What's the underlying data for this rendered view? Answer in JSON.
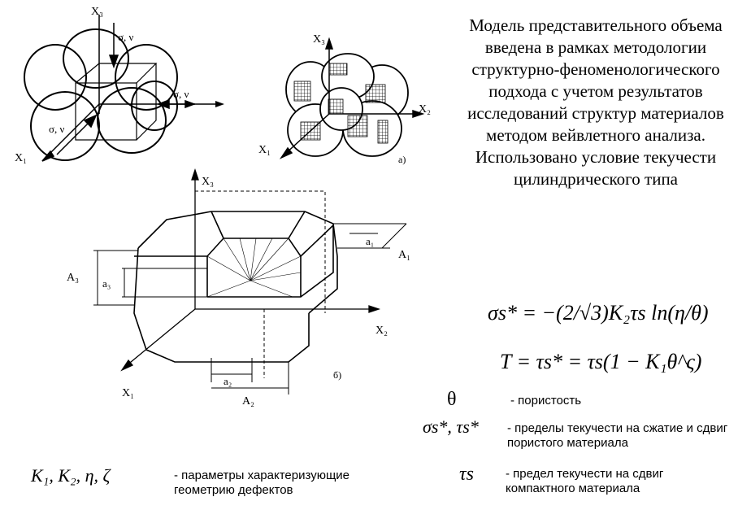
{
  "description": "Модель представительного объема введена в рамках методологии структурно-феноменологического подхода с учетом результатов исследований структур материалов методом вейвлетного анализа. Использовано условие текучести цилиндрического типа",
  "figure_a": {
    "axis_x1": "X₁",
    "axis_x2": "X₂",
    "axis_x3": "X₃",
    "stress_label": "σ, ν",
    "panel_label": "а)"
  },
  "figure_b": {
    "axis_x1": "X₁",
    "axis_x2": "X₂",
    "axis_x3": "X₃",
    "dim_a1": "a₁",
    "dim_A1": "A₁",
    "dim_a2": "a₂",
    "dim_A2": "A₂",
    "dim_a3": "a₃",
    "dim_A3": "A₃",
    "panel_label": "б)"
  },
  "formulas": {
    "sigma_eq": "σs* = −(2/√3)K₂τs ln(η/θ)",
    "t_eq": "T = τs* = τs(1 − K₁θ^ς)"
  },
  "legend": [
    {
      "symbol": "θ",
      "text": "- пористость"
    },
    {
      "symbol": "σs*, τs*",
      "text": "- пределы текучести на сжатие и сдвиг пористого материала"
    },
    {
      "symbol": "τs",
      "text": "- предел текучести на сдвиг компактного материала"
    }
  ],
  "params": {
    "symbol": "K₁, K₂, η, ζ",
    "text": "- параметры  характеризующие геометрию дефектов"
  }
}
